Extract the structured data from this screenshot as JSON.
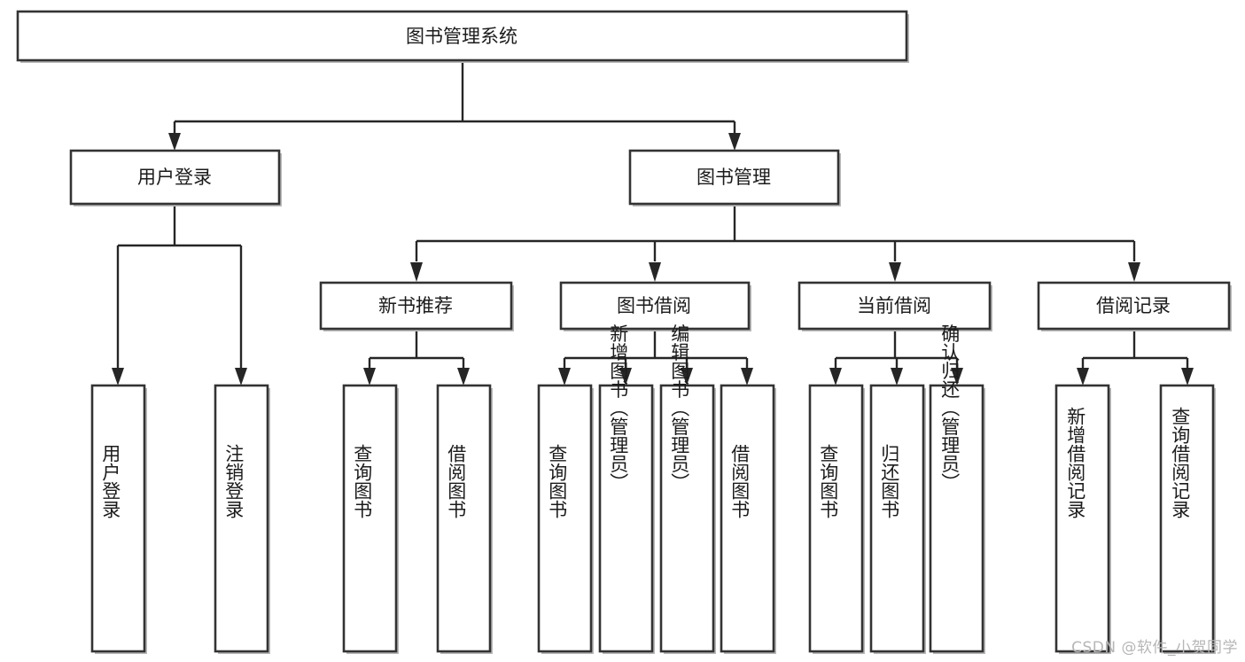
{
  "diagram": {
    "title": "图书管理系统",
    "type": "tree",
    "watermark": "CSDN @软件_小贺同学",
    "colors": {
      "box_stroke": "#333333",
      "box_fill": "#ffffff",
      "edge": "#262626",
      "text": "#1b1b1b",
      "watermark": "#b6b6b6"
    },
    "root": {
      "label": "图书管理系统"
    },
    "level2": [
      {
        "label": "用户登录"
      },
      {
        "label": "图书管理"
      }
    ],
    "level3": [
      {
        "label": "新书推荐"
      },
      {
        "label": "图书借阅"
      },
      {
        "label": "当前借阅"
      },
      {
        "label": "借阅记录"
      }
    ],
    "leaves": {
      "user_login": [
        {
          "label": "用户登录"
        },
        {
          "label": "注销登录"
        }
      ],
      "new_book_recommend": [
        {
          "label": "查询图书"
        },
        {
          "label": "借阅图书"
        }
      ],
      "book_borrow": [
        {
          "label": "查询图书"
        },
        {
          "label": "新增图书（管理员）"
        },
        {
          "label": "编辑图书（管理员）"
        },
        {
          "label": "借阅图书"
        }
      ],
      "current_borrow": [
        {
          "label": "查询图书"
        },
        {
          "label": "归还图书"
        },
        {
          "label": "确认归还（管理员）"
        }
      ],
      "borrow_record": [
        {
          "label": "新增借阅记录"
        },
        {
          "label": "查询借阅记录"
        }
      ]
    }
  }
}
